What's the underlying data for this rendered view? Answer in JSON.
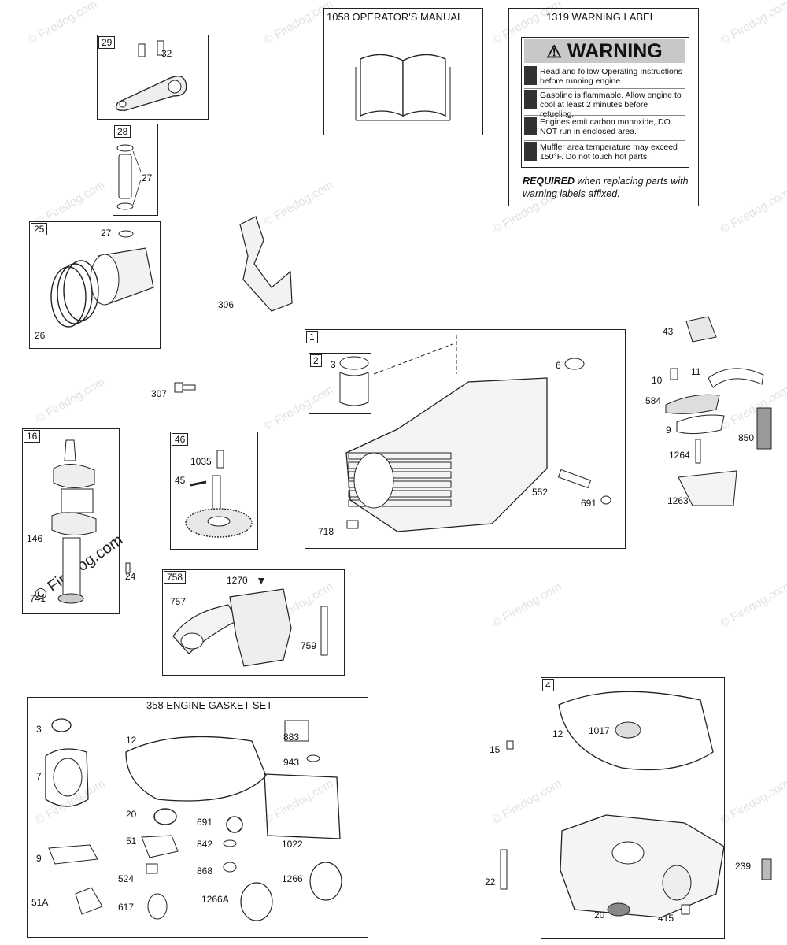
{
  "watermark": "© Firedog.com",
  "big_watermark": "© Firedog.com",
  "manual": {
    "title": "1058 OPERATOR'S MANUAL"
  },
  "warning": {
    "title": "1319 WARNING LABEL",
    "heading": "WARNING",
    "rows": [
      "Read and follow Operating Instructions before running engine.",
      "Gasoline is flammable. Allow engine to cool at least 2 minutes before refueling.",
      "Engines emit carbon monoxide, DO NOT run in enclosed area.",
      "Muffler area temperature may exceed 150°F. Do not touch hot parts."
    ],
    "required_bold": "REQUIRED",
    "required_text": "when replacing parts with warning labels affixed."
  },
  "gasket": {
    "title": "358 ENGINE GASKET SET"
  },
  "tags": {
    "t29": "29",
    "t28": "28",
    "t25": "25",
    "t16": "16",
    "t46": "46",
    "t758": "758",
    "t1": "1",
    "t2": "2",
    "t4": "4"
  },
  "labels": {
    "l32": "32",
    "l27a": "27",
    "l27b": "27",
    "l26": "26",
    "l306": "306",
    "l307": "307",
    "l146": "146",
    "l741": "741",
    "l24": "24",
    "l1035": "1035",
    "l45": "45",
    "l1270": "1270",
    "l757": "757",
    "l759": "759",
    "l3a": "3",
    "l6": "6",
    "l552": "552",
    "l691a": "691",
    "l718": "718",
    "l43": "43",
    "l10": "10",
    "l11": "11",
    "l584": "584",
    "l9a": "9",
    "l850": "850",
    "l1264": "1264",
    "l1263": "1263",
    "l3b": "3",
    "l12a": "12",
    "l883": "883",
    "l943": "943",
    "l7": "7",
    "l20a": "20",
    "l691b": "691",
    "l1022": "1022",
    "l51": "51",
    "l842": "842",
    "l9b": "9",
    "l524": "524",
    "l868": "868",
    "l1266": "1266",
    "l51a": "51A",
    "l617": "617",
    "l1266a": "1266A",
    "l15": "15",
    "l12b": "12",
    "l1017": "1017",
    "l239": "239",
    "l22": "22",
    "l20b": "20",
    "l415": "415"
  }
}
